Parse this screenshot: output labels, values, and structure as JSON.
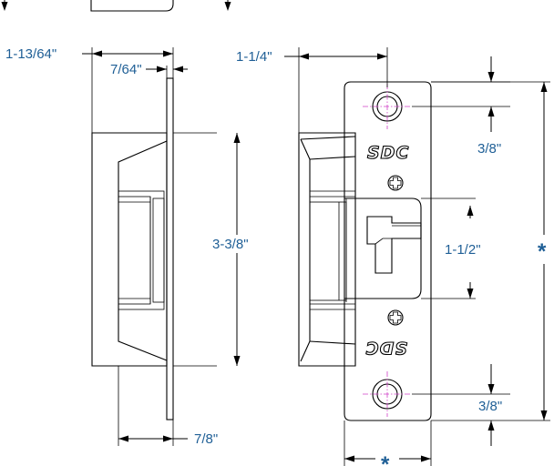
{
  "dimensions": {
    "faceplate_depth": "1-13/64\"",
    "faceplate_thickness": "7/64\"",
    "body_width": "1-1/4\"",
    "screw_hole_offset_top": "3/8\"",
    "screw_hole_offset_bottom": "3/8\"",
    "body_height": "3-3/8\"",
    "keeper_opening": "1-1/2\"",
    "overall_length": "*",
    "lip_depth": "7/8\"",
    "faceplate_width": "*"
  },
  "brand": {
    "top_label": "SDC",
    "bottom_label": "SDC"
  },
  "colors": {
    "dimension_text": "#1f5f96",
    "centerline": "#d040c8",
    "outline": "#000000"
  }
}
